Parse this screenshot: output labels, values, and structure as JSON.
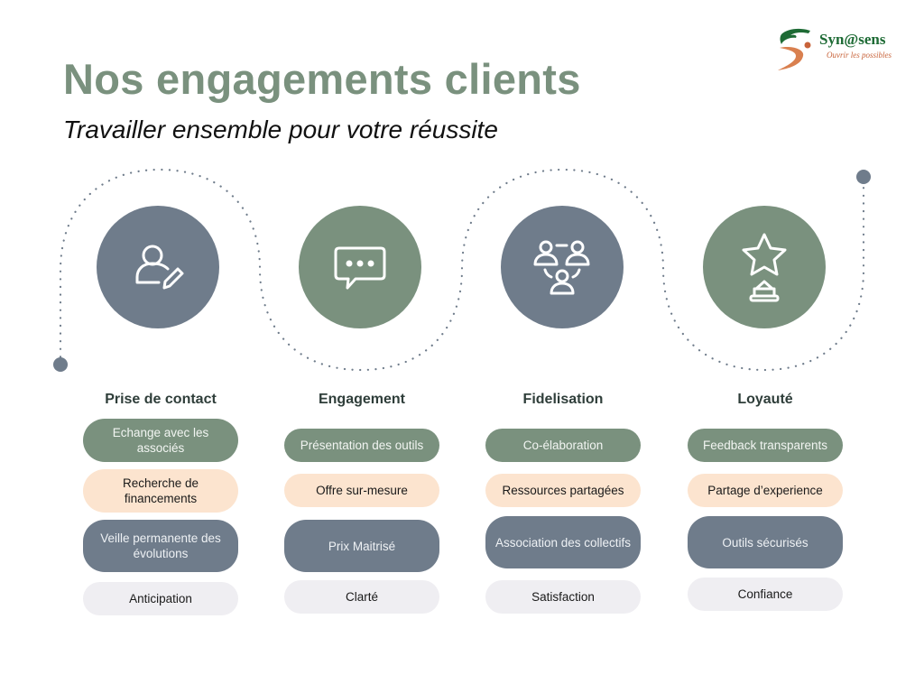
{
  "header": {
    "title": "Nos engagements clients",
    "subtitle": "Travailler ensemble pour votre réussite"
  },
  "logo": {
    "name": "Syn@sens",
    "tagline": "Ouvrir les possibles"
  },
  "colors": {
    "sage": "#7a917e",
    "slate": "#6f7c8b",
    "peach": "#fce4cf",
    "light_gray": "#efeef2",
    "logo_green": "#1e6b35",
    "logo_orange": "#c8633a"
  },
  "steps": [
    {
      "title": "Prise de contact",
      "icon": "user-edit-icon",
      "items": [
        "Echange avec les associés",
        "Recherche de financements",
        "Veille permanente des évolutions",
        "Anticipation"
      ]
    },
    {
      "title": "Engagement",
      "icon": "chat-bubble-icon",
      "items": [
        "Présentation des outils",
        "Offre sur-mesure",
        "Prix Maitrisé",
        "Clarté"
      ]
    },
    {
      "title": "Fidelisation",
      "icon": "team-network-icon",
      "items": [
        "Co-élaboration",
        "Ressources partagées",
        "Association des collectifs",
        "Satisfaction"
      ]
    },
    {
      "title": "Loyauté",
      "icon": "star-trophy-icon",
      "items": [
        "Feedback transparents",
        "Partage d’experience",
        "Outils sécurisés",
        "Confiance"
      ]
    }
  ]
}
